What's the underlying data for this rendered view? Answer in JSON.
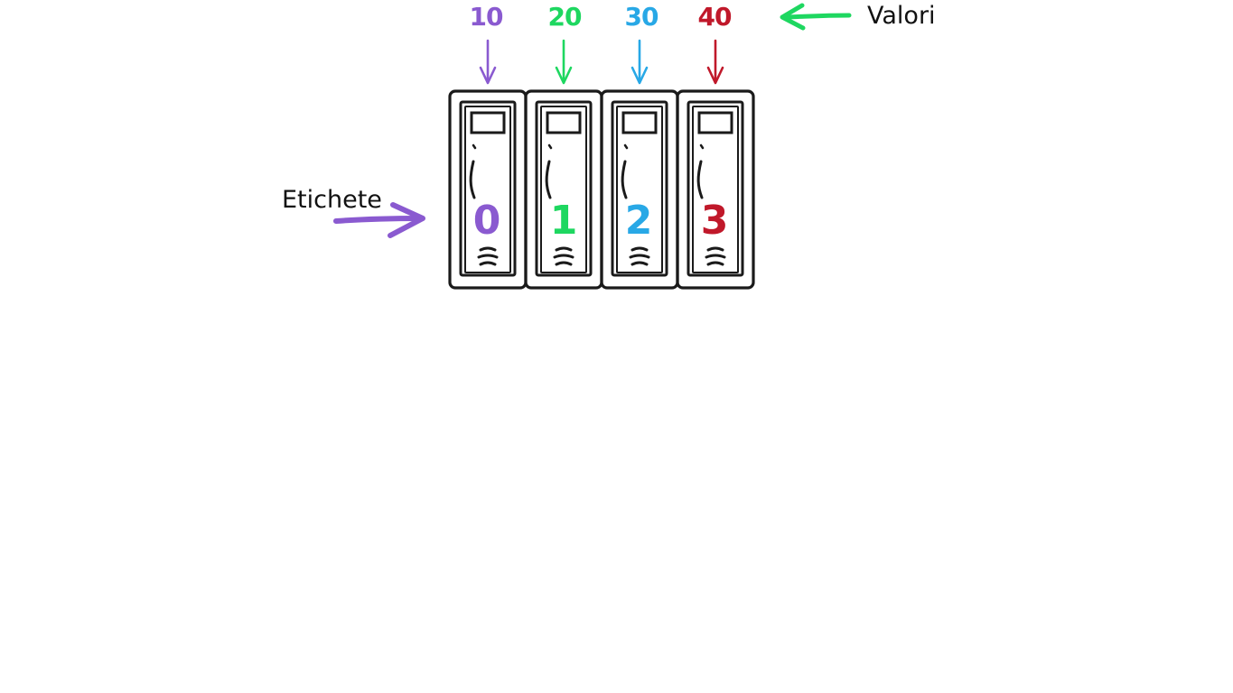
{
  "colors": {
    "purple": "#8a5ad0",
    "green": "#1ed760",
    "blue": "#28a8e6",
    "red": "#c0182a",
    "stroke": "#1a1a1a"
  },
  "labels": {
    "values": "Valori",
    "labels": "Etichete"
  },
  "lockers": [
    {
      "index": "0",
      "value": "10",
      "color": "#8a5ad0"
    },
    {
      "index": "1",
      "value": "20",
      "color": "#1ed760"
    },
    {
      "index": "2",
      "value": "30",
      "color": "#28a8e6"
    },
    {
      "index": "3",
      "value": "40",
      "color": "#c0182a"
    }
  ]
}
